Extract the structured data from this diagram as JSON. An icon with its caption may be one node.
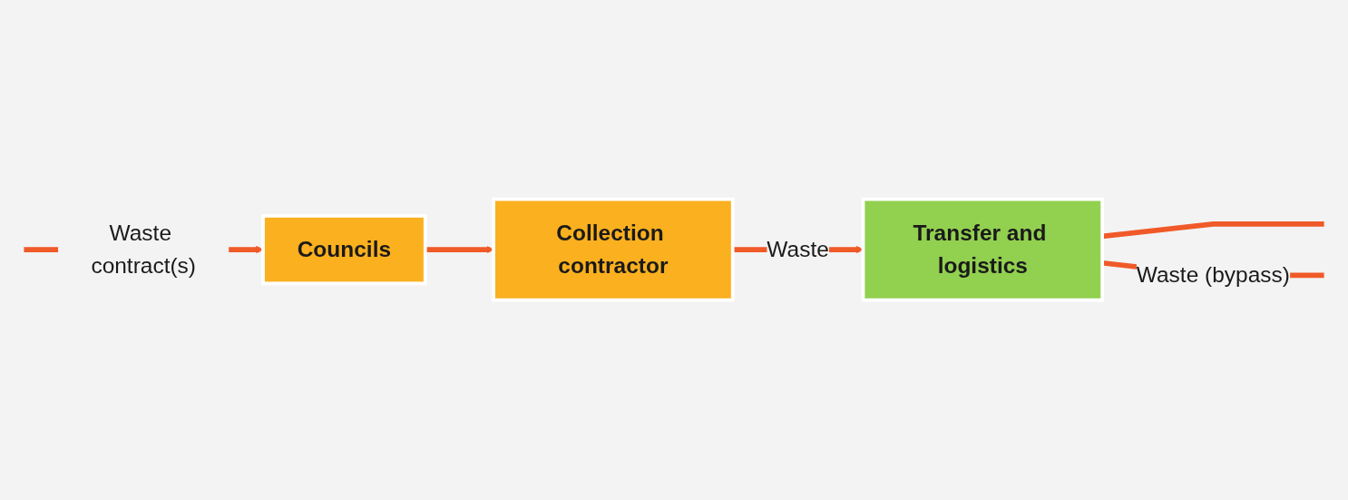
{
  "diagram": {
    "nodes": [
      {
        "text": [
          "Councils"
        ]
      },
      {
        "text": [
          "Collection contractor"
        ]
      },
      {
        "text": [
          "Transfer and logistics"
        ]
      }
    ],
    "edges": [
      {
        "from": null,
        "to": 0,
        "arrow": "to",
        "label": "Waste contract(s)"
      },
      {
        "from": 0,
        "to": 1,
        "arrow": "to"
      },
      {
        "from": 1,
        "to": 2,
        "arrow": "to",
        "label": "Waste"
      },
      {
        "from": 2,
        "to": null,
        "arrow": "none"
      },
      {
        "from": 2,
        "to": null,
        "arrow": "none",
        "label": "Waste (bypass)"
      }
    ]
  }
}
